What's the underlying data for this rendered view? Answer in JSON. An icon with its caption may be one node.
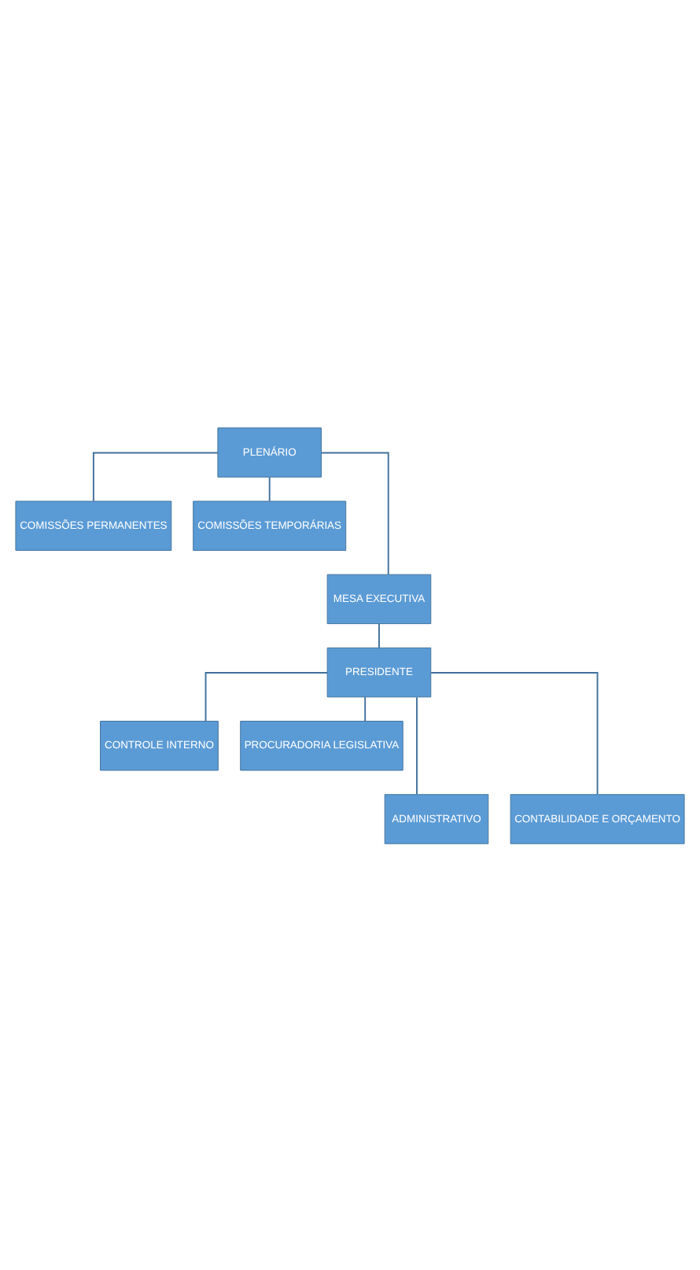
{
  "diagram": {
    "nodes": [
      {
        "text": [
          "PLENÁRIO"
        ]
      },
      {
        "text": [
          "COMISSÕES PERMANENTES"
        ]
      },
      {
        "text": [
          "COMISSÕES TEMPORÁRIAS"
        ]
      },
      {
        "text": [
          "MESA EXECUTIVA"
        ]
      },
      {
        "text": [
          "PRESIDENTE"
        ]
      },
      {
        "text": [
          "CONTROLE INTERNO"
        ]
      },
      {
        "text": [
          "PROCURADORIA LEGISLATIVA"
        ]
      },
      {
        "text": [
          "ADMINISTRATIVO"
        ]
      },
      {
        "text": [
          "CONTABILIDADE E ORÇAMENTO"
        ]
      }
    ],
    "edges": [
      {
        "from": 0,
        "to": 1,
        "arrow": "none"
      },
      {
        "from": 0,
        "to": 2,
        "arrow": "none"
      },
      {
        "from": 0,
        "to": 3,
        "arrow": "none"
      },
      {
        "from": 3,
        "to": 4,
        "arrow": "none"
      },
      {
        "from": 4,
        "to": 5,
        "arrow": "none"
      },
      {
        "from": 4,
        "to": 6,
        "arrow": "none"
      },
      {
        "from": 4,
        "to": 7,
        "arrow": "none"
      },
      {
        "from": 4,
        "to": 8,
        "arrow": "none"
      }
    ]
  }
}
